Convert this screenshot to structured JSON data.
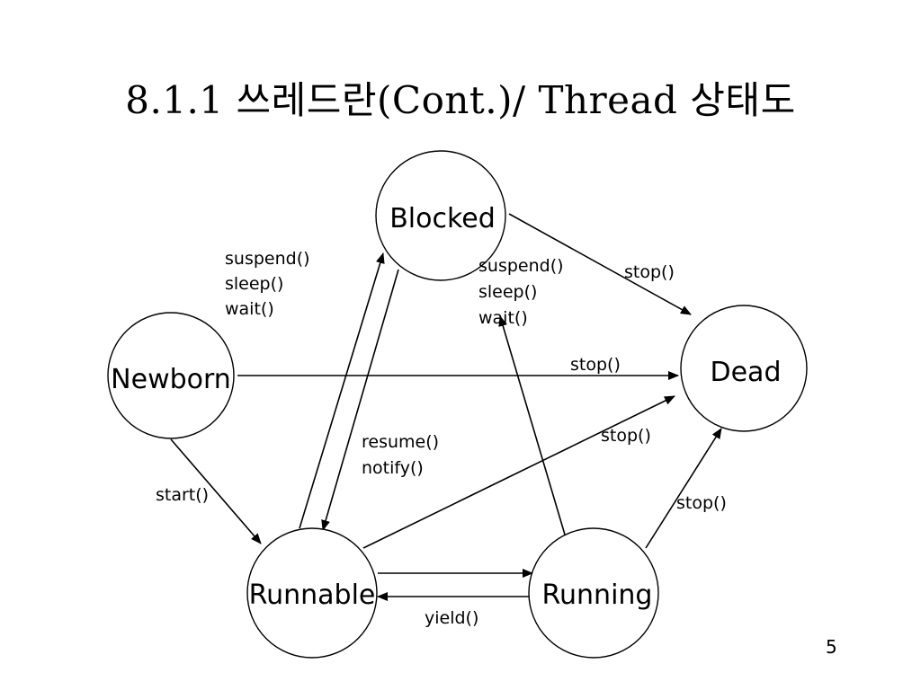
{
  "title": "8.1.1 쓰레드란(Cont.)/ Thread 상태도",
  "page_number": "5",
  "nodes": {
    "blocked": "Blocked",
    "newborn": "Newborn",
    "dead": "Dead",
    "runnable": "Runnable",
    "running": "Running"
  },
  "edge_labels": {
    "runnable_to_blocked": [
      "suspend()",
      "sleep()",
      "wait()"
    ],
    "running_to_blocked": [
      "suspend()",
      "sleep()",
      "wait()"
    ],
    "blocked_to_dead": "stop()",
    "newborn_to_dead": "stop()",
    "runnable_to_dead": "stop()",
    "running_to_dead": "stop()",
    "blocked_to_runnable": [
      "resume()",
      "notify()"
    ],
    "newborn_to_runnable": "start()",
    "running_to_runnable": "yield()"
  }
}
